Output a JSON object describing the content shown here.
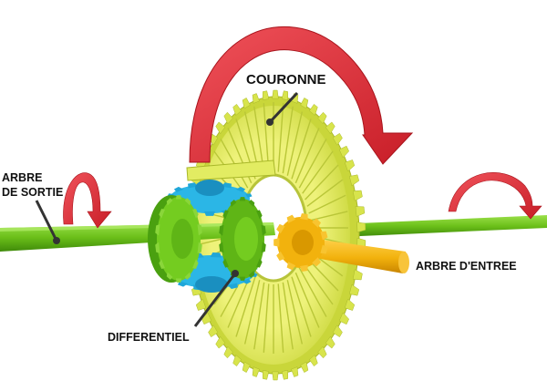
{
  "labels": {
    "couronne": "COURONNE",
    "arbre_sortie_line1": "ARBRE",
    "arbre_sortie_line2": "DE SORTIE",
    "arbre_entree": "ARBRE D'ENTREE",
    "differentiel": "DIFFERENTIEL"
  },
  "colors": {
    "shaft_green": "#6cc01a",
    "ring_gear_yellow": "#dbe84a",
    "spider_gear_cyan": "#2bb6e6",
    "side_gear_green": "#74cc20",
    "pinion_orange": "#f2b20d",
    "arrow_red": "#e0303a",
    "leader_line": "#333333"
  },
  "icons": [
    "rotation-arrow-icon",
    "rotation-arrow-icon",
    "rotation-arrow-icon"
  ]
}
